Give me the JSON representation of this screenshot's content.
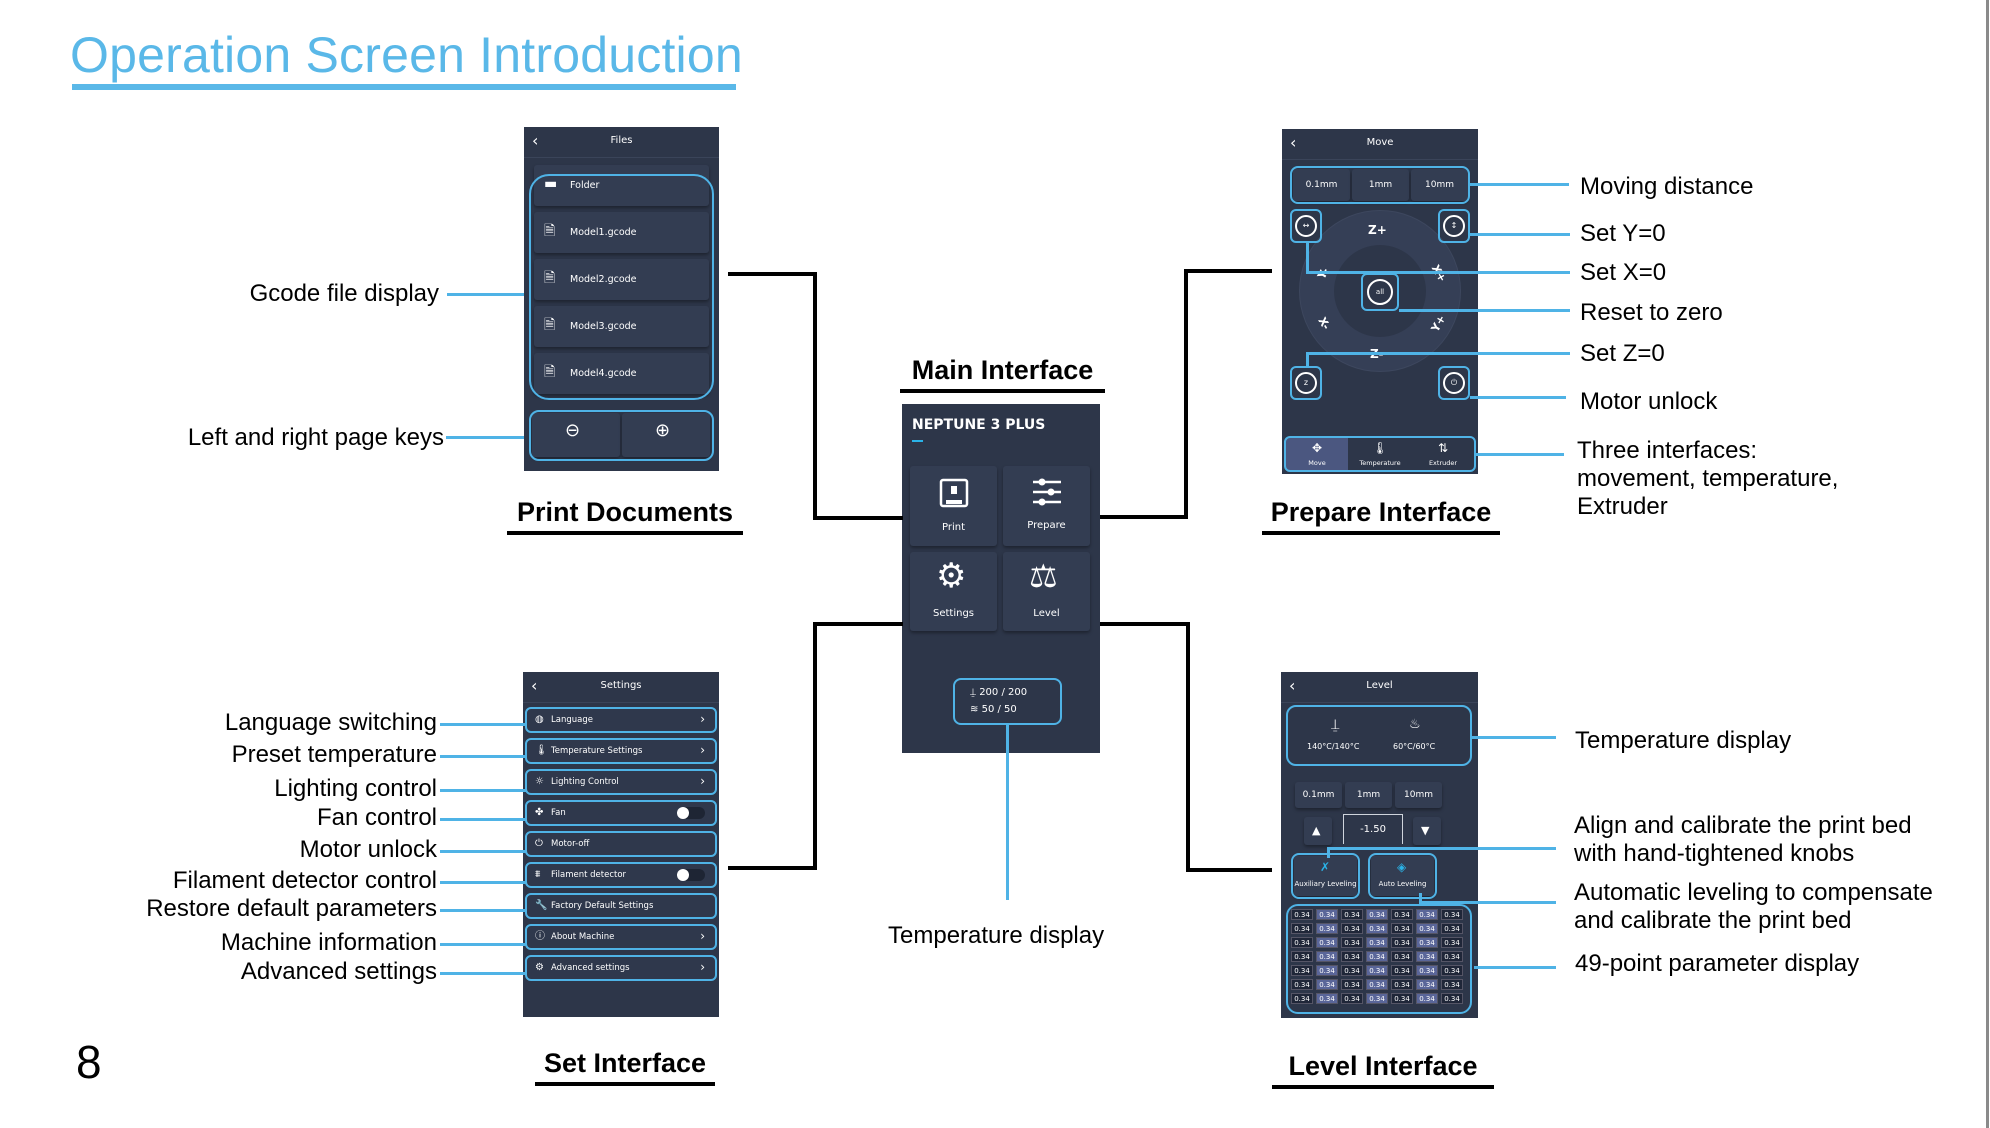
{
  "page": {
    "title": "Operation Screen Introduction",
    "page_number": "8",
    "accent_color": "#5ab8e8",
    "screen_bg_color": "#2d3649"
  },
  "sections": {
    "print_documents": "Print Documents",
    "main_interface": "Main Interface",
    "prepare_interface": "Prepare Interface",
    "set_interface": "Set Interface",
    "level_interface": "Level Interface"
  },
  "files_screen": {
    "header": "Files",
    "items": [
      {
        "icon": "folder-icon",
        "label": "Folder"
      },
      {
        "icon": "file-icon",
        "label": "Model1.gcode"
      },
      {
        "icon": "file-icon",
        "label": "Model2.gcode"
      },
      {
        "icon": "file-icon",
        "label": "Model3.gcode"
      },
      {
        "icon": "file-icon",
        "label": "Model4.gcode"
      }
    ],
    "annotations": {
      "file_display": "Gcode file display",
      "page_keys": "Left and right page keys"
    }
  },
  "main_screen": {
    "brand": "NEPTUNE 3 PLUS",
    "tiles": [
      {
        "icon": "printer-icon",
        "label": "Print"
      },
      {
        "icon": "sliders-icon",
        "label": "Prepare"
      },
      {
        "icon": "gear-icon",
        "label": "Settings"
      },
      {
        "icon": "balance-scale-icon",
        "label": "Level"
      }
    ],
    "nozzle_temp": "200 / 200",
    "bed_temp": "50 / 50",
    "annotation": "Temperature display"
  },
  "move_screen": {
    "header": "Move",
    "distances": [
      "0.1mm",
      "1mm",
      "10mm"
    ],
    "axis_labels": {
      "z_plus": "Z+",
      "z_minus": "Z-",
      "y_minus": "Y-",
      "x_plus": "X+",
      "x_minus": "X-",
      "y_plus": "Y+"
    },
    "home_label": "all",
    "tabs": [
      {
        "icon": "move-arrows-icon",
        "label": "Move",
        "active": true
      },
      {
        "icon": "thermometer-icon",
        "label": "Temperature",
        "active": false
      },
      {
        "icon": "extruder-icon",
        "label": "Extruder",
        "active": false
      }
    ],
    "annotations": {
      "moving_distance": "Moving distance",
      "set_y": "Set Y=0",
      "set_x": "Set X=0",
      "reset": "Reset to zero",
      "set_z": "Set Z=0",
      "motor_unlock": "Motor unlock",
      "three_interfaces": [
        "Three interfaces:",
        "movement, temperature,",
        "Extruder"
      ]
    }
  },
  "settings_screen": {
    "header": "Settings",
    "items": [
      {
        "icon": "globe-icon",
        "label": "Language",
        "control": "chevron",
        "annotation": "Language switching"
      },
      {
        "icon": "thermometer-icon",
        "label": "Temperature Settings",
        "control": "chevron",
        "annotation": "Preset temperature"
      },
      {
        "icon": "bulb-icon",
        "label": "Lighting Control",
        "control": "chevron",
        "annotation": "Lighting control"
      },
      {
        "icon": "fan-icon",
        "label": "Fan",
        "control": "toggle-off",
        "annotation": "Fan control"
      },
      {
        "icon": "power-icon",
        "label": "Motor-off",
        "control": "none",
        "annotation": "Motor unlock"
      },
      {
        "icon": "filament-icon",
        "label": "Filament detector",
        "control": "toggle-off",
        "annotation": "Filament detector control"
      },
      {
        "icon": "wrench-icon",
        "label": "Factory Default Settings",
        "control": "none",
        "annotation": "Restore default parameters"
      },
      {
        "icon": "info-icon",
        "label": "About Machine",
        "control": "chevron",
        "annotation": "Machine  information"
      },
      {
        "icon": "advanced-sliders-icon",
        "label": "Advanced settings",
        "control": "chevron",
        "annotation": "Advanced settings"
      }
    ]
  },
  "level_screen": {
    "header": "Level",
    "nozzle_temp": "140°C/140°C",
    "bed_temp": "60°C/60°C",
    "distances": [
      "0.1mm",
      "1mm",
      "10mm"
    ],
    "z_offset": "-1.50",
    "aux_button": "Auxiliary Leveling",
    "auto_button": "Auto Leveling",
    "mesh": [
      [
        "0.34",
        "0.34",
        "0.34",
        "0.34",
        "0.34",
        "0.34",
        "0.34"
      ],
      [
        "0.34",
        "0.34",
        "0.34",
        "0.34",
        "0.34",
        "0.34",
        "0.34"
      ],
      [
        "0.34",
        "0.34",
        "0.34",
        "0.34",
        "0.34",
        "0.34",
        "0.34"
      ],
      [
        "0.34",
        "0.34",
        "0.34",
        "0.34",
        "0.34",
        "0.34",
        "0.34"
      ],
      [
        "0.34",
        "0.34",
        "0.34",
        "0.34",
        "0.34",
        "0.34",
        "0.34"
      ],
      [
        "0.34",
        "0.34",
        "0.34",
        "0.34",
        "0.34",
        "0.34",
        "0.34"
      ],
      [
        "0.34",
        "0.34",
        "0.34",
        "0.34",
        "0.34",
        "0.34",
        "0.34"
      ]
    ],
    "annotations": {
      "temp": "Temperature display",
      "aux": [
        "Align and calibrate the print bed",
        "with hand-tightened knobs"
      ],
      "auto": [
        "Automatic leveling to compensate",
        "and calibrate the print bed"
      ],
      "mesh": "49-point parameter display"
    }
  }
}
